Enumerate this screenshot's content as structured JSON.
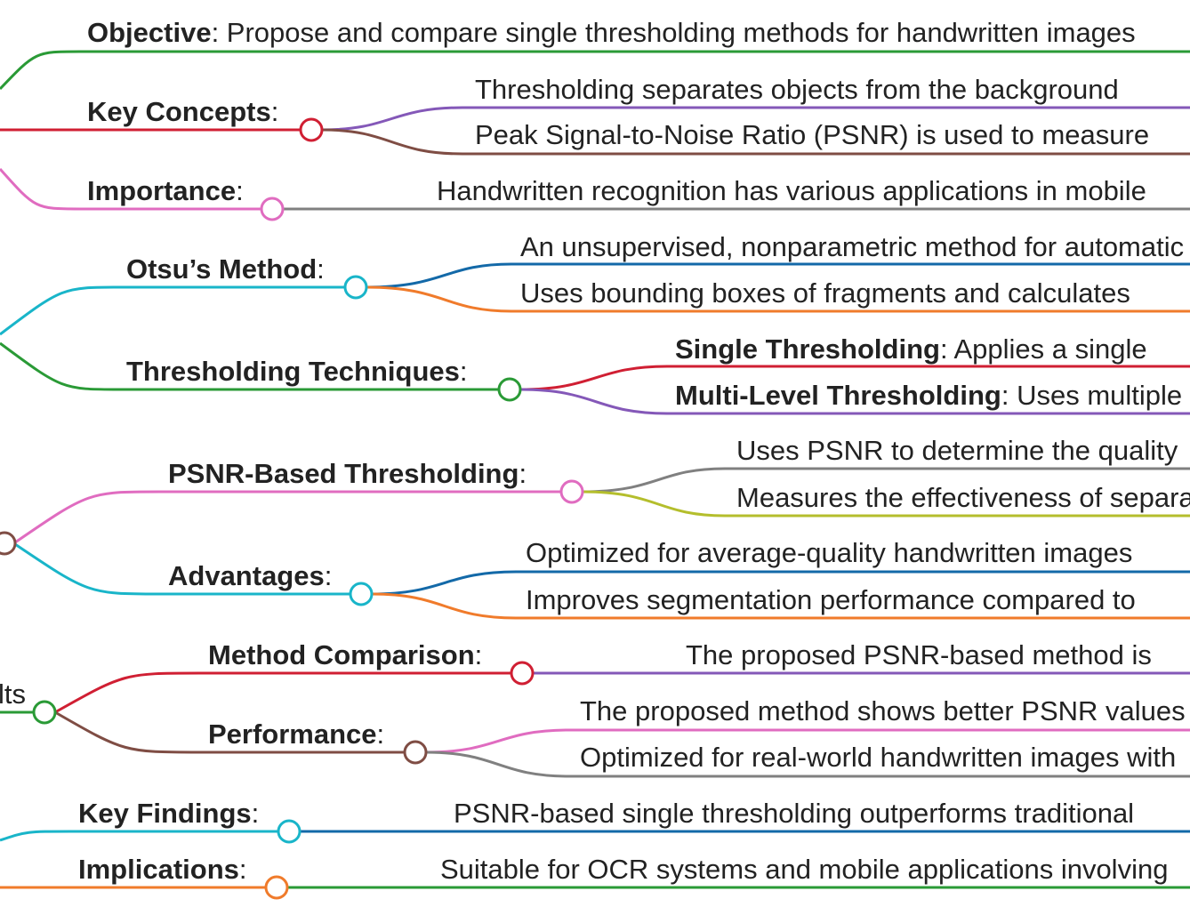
{
  "colors": {
    "green": "#2a9a36",
    "red": "#d01f33",
    "purple": "#8458b8",
    "brown": "#7f4d44",
    "pink": "#e06cc0",
    "gray": "#808080",
    "cyan": "#19b5c9",
    "blue": "#1369a8",
    "orange": "#f07b2b",
    "olive": "#b4be2c"
  },
  "nodes": {
    "objective": {
      "label": "Objective",
      "text": "Propose and compare single thresholding methods for handwritten images"
    },
    "key_concepts": {
      "label": "Key Concepts",
      "children": [
        "Thresholding separates objects from the background",
        "Peak Signal-to-Noise Ratio (PSNR) is used to measure"
      ]
    },
    "importance": {
      "label": "Importance",
      "children": [
        "Handwritten recognition has various applications in mobile"
      ]
    },
    "otsu": {
      "label": "Otsu’s Method",
      "children": [
        "An unsupervised, nonparametric method for automatic",
        "Uses bounding boxes of fragments and calculates"
      ]
    },
    "thresholding_techniques": {
      "label": "Thresholding Techniques",
      "children": [
        {
          "label": "Single Thresholding",
          "text": "Applies a single"
        },
        {
          "label": "Multi-Level Thresholding",
          "text": "Uses multiple"
        }
      ]
    },
    "psnr_based": {
      "label": "PSNR-Based Thresholding",
      "children": [
        "Uses PSNR to determine the quality",
        "Measures the effectiveness of separation"
      ]
    },
    "advantages": {
      "label": "Advantages",
      "children": [
        "Optimized for average-quality handwritten images",
        "Improves segmentation performance compared to"
      ]
    },
    "results": {
      "label_fragment": "lts"
    },
    "method_comparison": {
      "label": "Method Comparison",
      "children": [
        "The proposed PSNR-based method is"
      ]
    },
    "performance": {
      "label": "Performance",
      "children": [
        "The proposed method shows better PSNR values",
        "Optimized for real-world handwritten images with"
      ]
    },
    "key_findings": {
      "label": "Key Findings",
      "children": [
        "PSNR-based single thresholding outperforms traditional"
      ]
    },
    "implications": {
      "label": "Implications",
      "children": [
        "Suitable for OCR systems and mobile applications involving"
      ]
    }
  }
}
